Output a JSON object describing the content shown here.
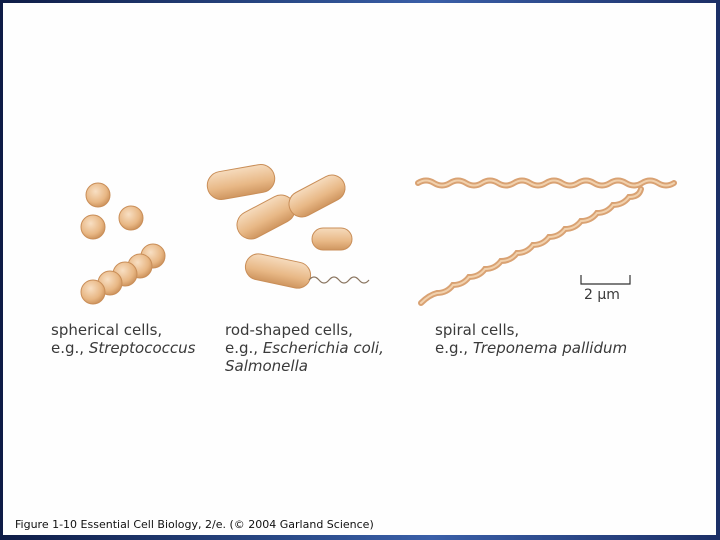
{
  "cell_groups": [
    {
      "label": "spherical cells,",
      "example_prefix": "e.g., ",
      "example_species": "Streptococcus",
      "example_cont": ""
    },
    {
      "label": "rod-shaped cells,",
      "example_prefix": "e.g., ",
      "example_species": "Escherichia coli,",
      "example_cont": "Salmonella"
    },
    {
      "label": "spiral cells,",
      "example_prefix": "e.g., ",
      "example_species": "Treponema pallidum",
      "example_cont": ""
    }
  ],
  "scale_bar": {
    "label": "2 µm"
  },
  "figure_caption": "Figure 1-10  Essential Cell Biology, 2/e. (© 2004 Garland Science)",
  "colors": {
    "cell_fill": "#ecc093",
    "cell_edge": "#c98e58",
    "cell_highlight": "#f6dcc0"
  }
}
